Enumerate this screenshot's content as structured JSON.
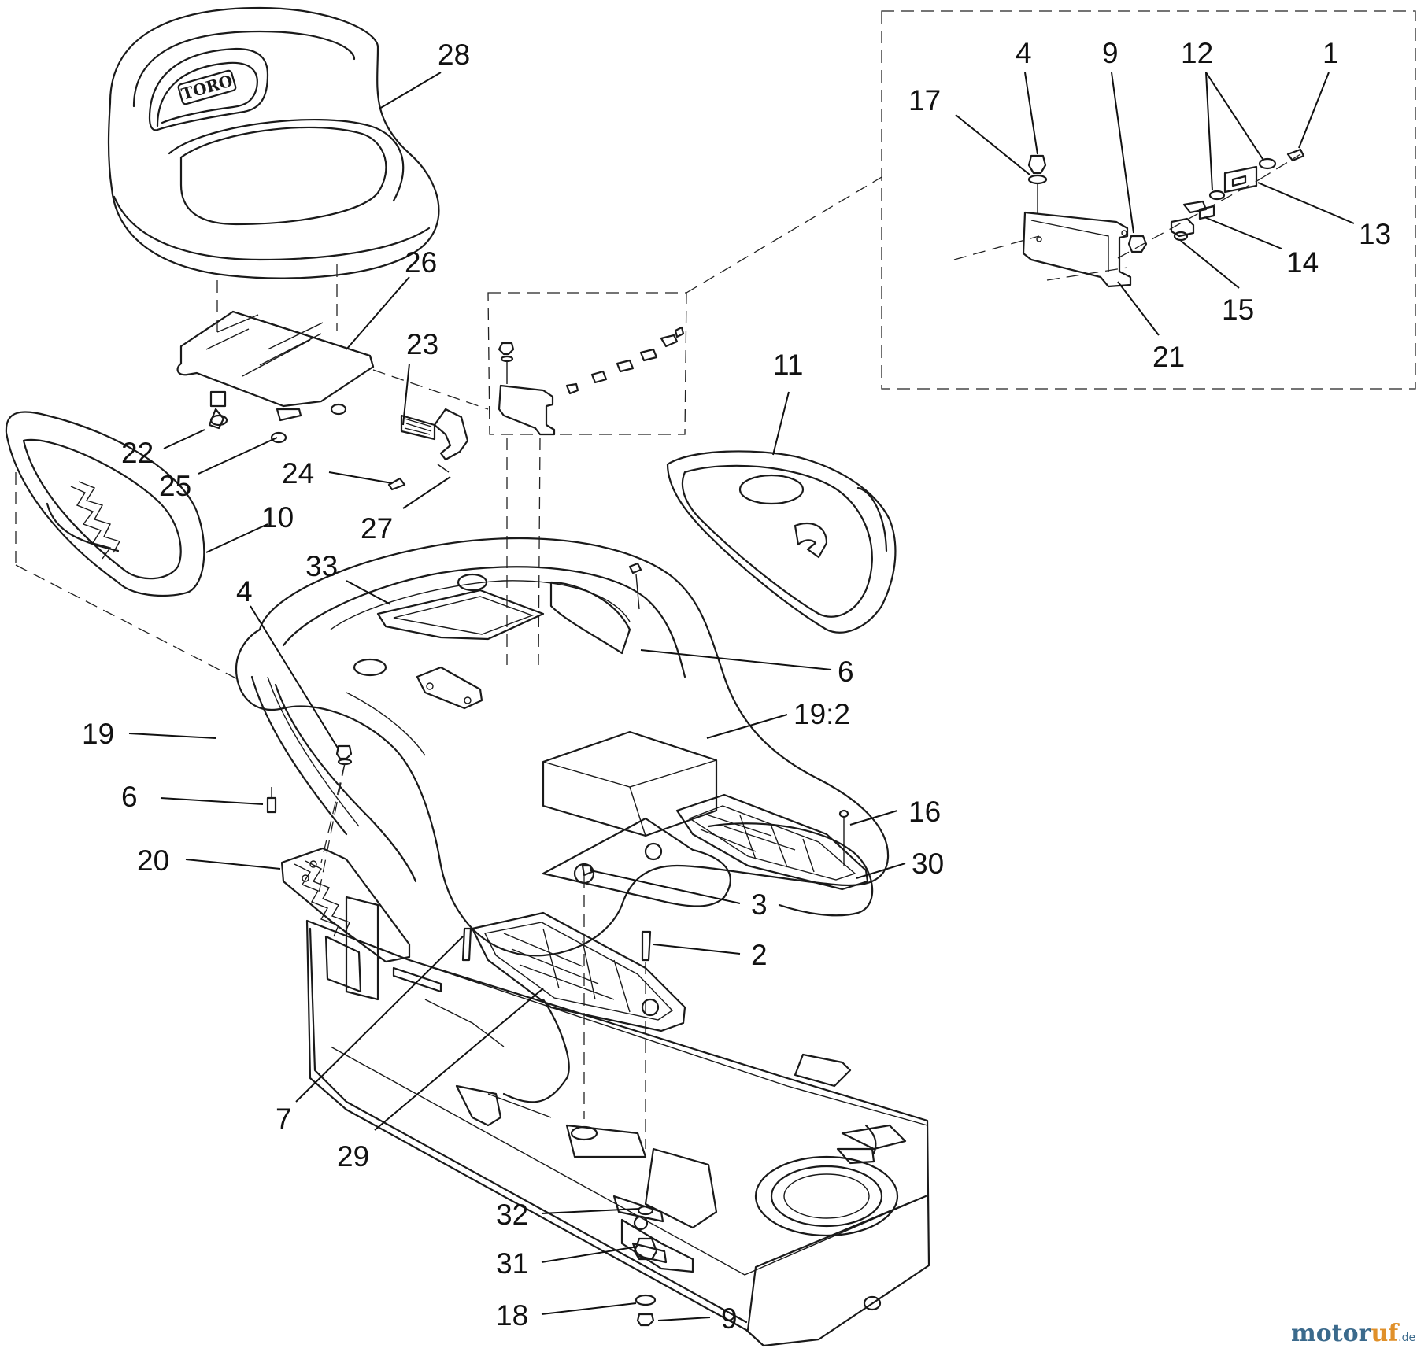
{
  "callouts": [
    {
      "id": "c28",
      "label": "28"
    },
    {
      "id": "c26",
      "label": "26"
    },
    {
      "id": "c23",
      "label": "23"
    },
    {
      "id": "c22",
      "label": "22"
    },
    {
      "id": "c25",
      "label": "25"
    },
    {
      "id": "c24",
      "label": "24"
    },
    {
      "id": "c27",
      "label": "27"
    },
    {
      "id": "c10",
      "label": "10"
    },
    {
      "id": "c11",
      "label": "11"
    },
    {
      "id": "c33",
      "label": "33"
    },
    {
      "id": "c4a",
      "label": "4"
    },
    {
      "id": "c6a",
      "label": "6"
    },
    {
      "id": "c19",
      "label": "19"
    },
    {
      "id": "c192",
      "label": "19:2"
    },
    {
      "id": "c6b",
      "label": "6"
    },
    {
      "id": "c16",
      "label": "16"
    },
    {
      "id": "c20",
      "label": "20"
    },
    {
      "id": "c30",
      "label": "30"
    },
    {
      "id": "c3",
      "label": "3"
    },
    {
      "id": "c2",
      "label": "2"
    },
    {
      "id": "c7",
      "label": "7"
    },
    {
      "id": "c29",
      "label": "29"
    },
    {
      "id": "c32",
      "label": "32"
    },
    {
      "id": "c31",
      "label": "31"
    },
    {
      "id": "c18",
      "label": "18"
    },
    {
      "id": "c9a",
      "label": "9"
    },
    {
      "id": "c4b",
      "label": "4"
    },
    {
      "id": "c9b",
      "label": "9"
    },
    {
      "id": "c12",
      "label": "12"
    },
    {
      "id": "c1",
      "label": "1"
    },
    {
      "id": "c17",
      "label": "17"
    },
    {
      "id": "c13",
      "label": "13"
    },
    {
      "id": "c14",
      "label": "14"
    },
    {
      "id": "c15",
      "label": "15"
    },
    {
      "id": "c21",
      "label": "21"
    }
  ],
  "seat_logo": "TORO",
  "watermark": {
    "part1": "motor",
    "part2": "uf",
    "suffix": ".de"
  }
}
